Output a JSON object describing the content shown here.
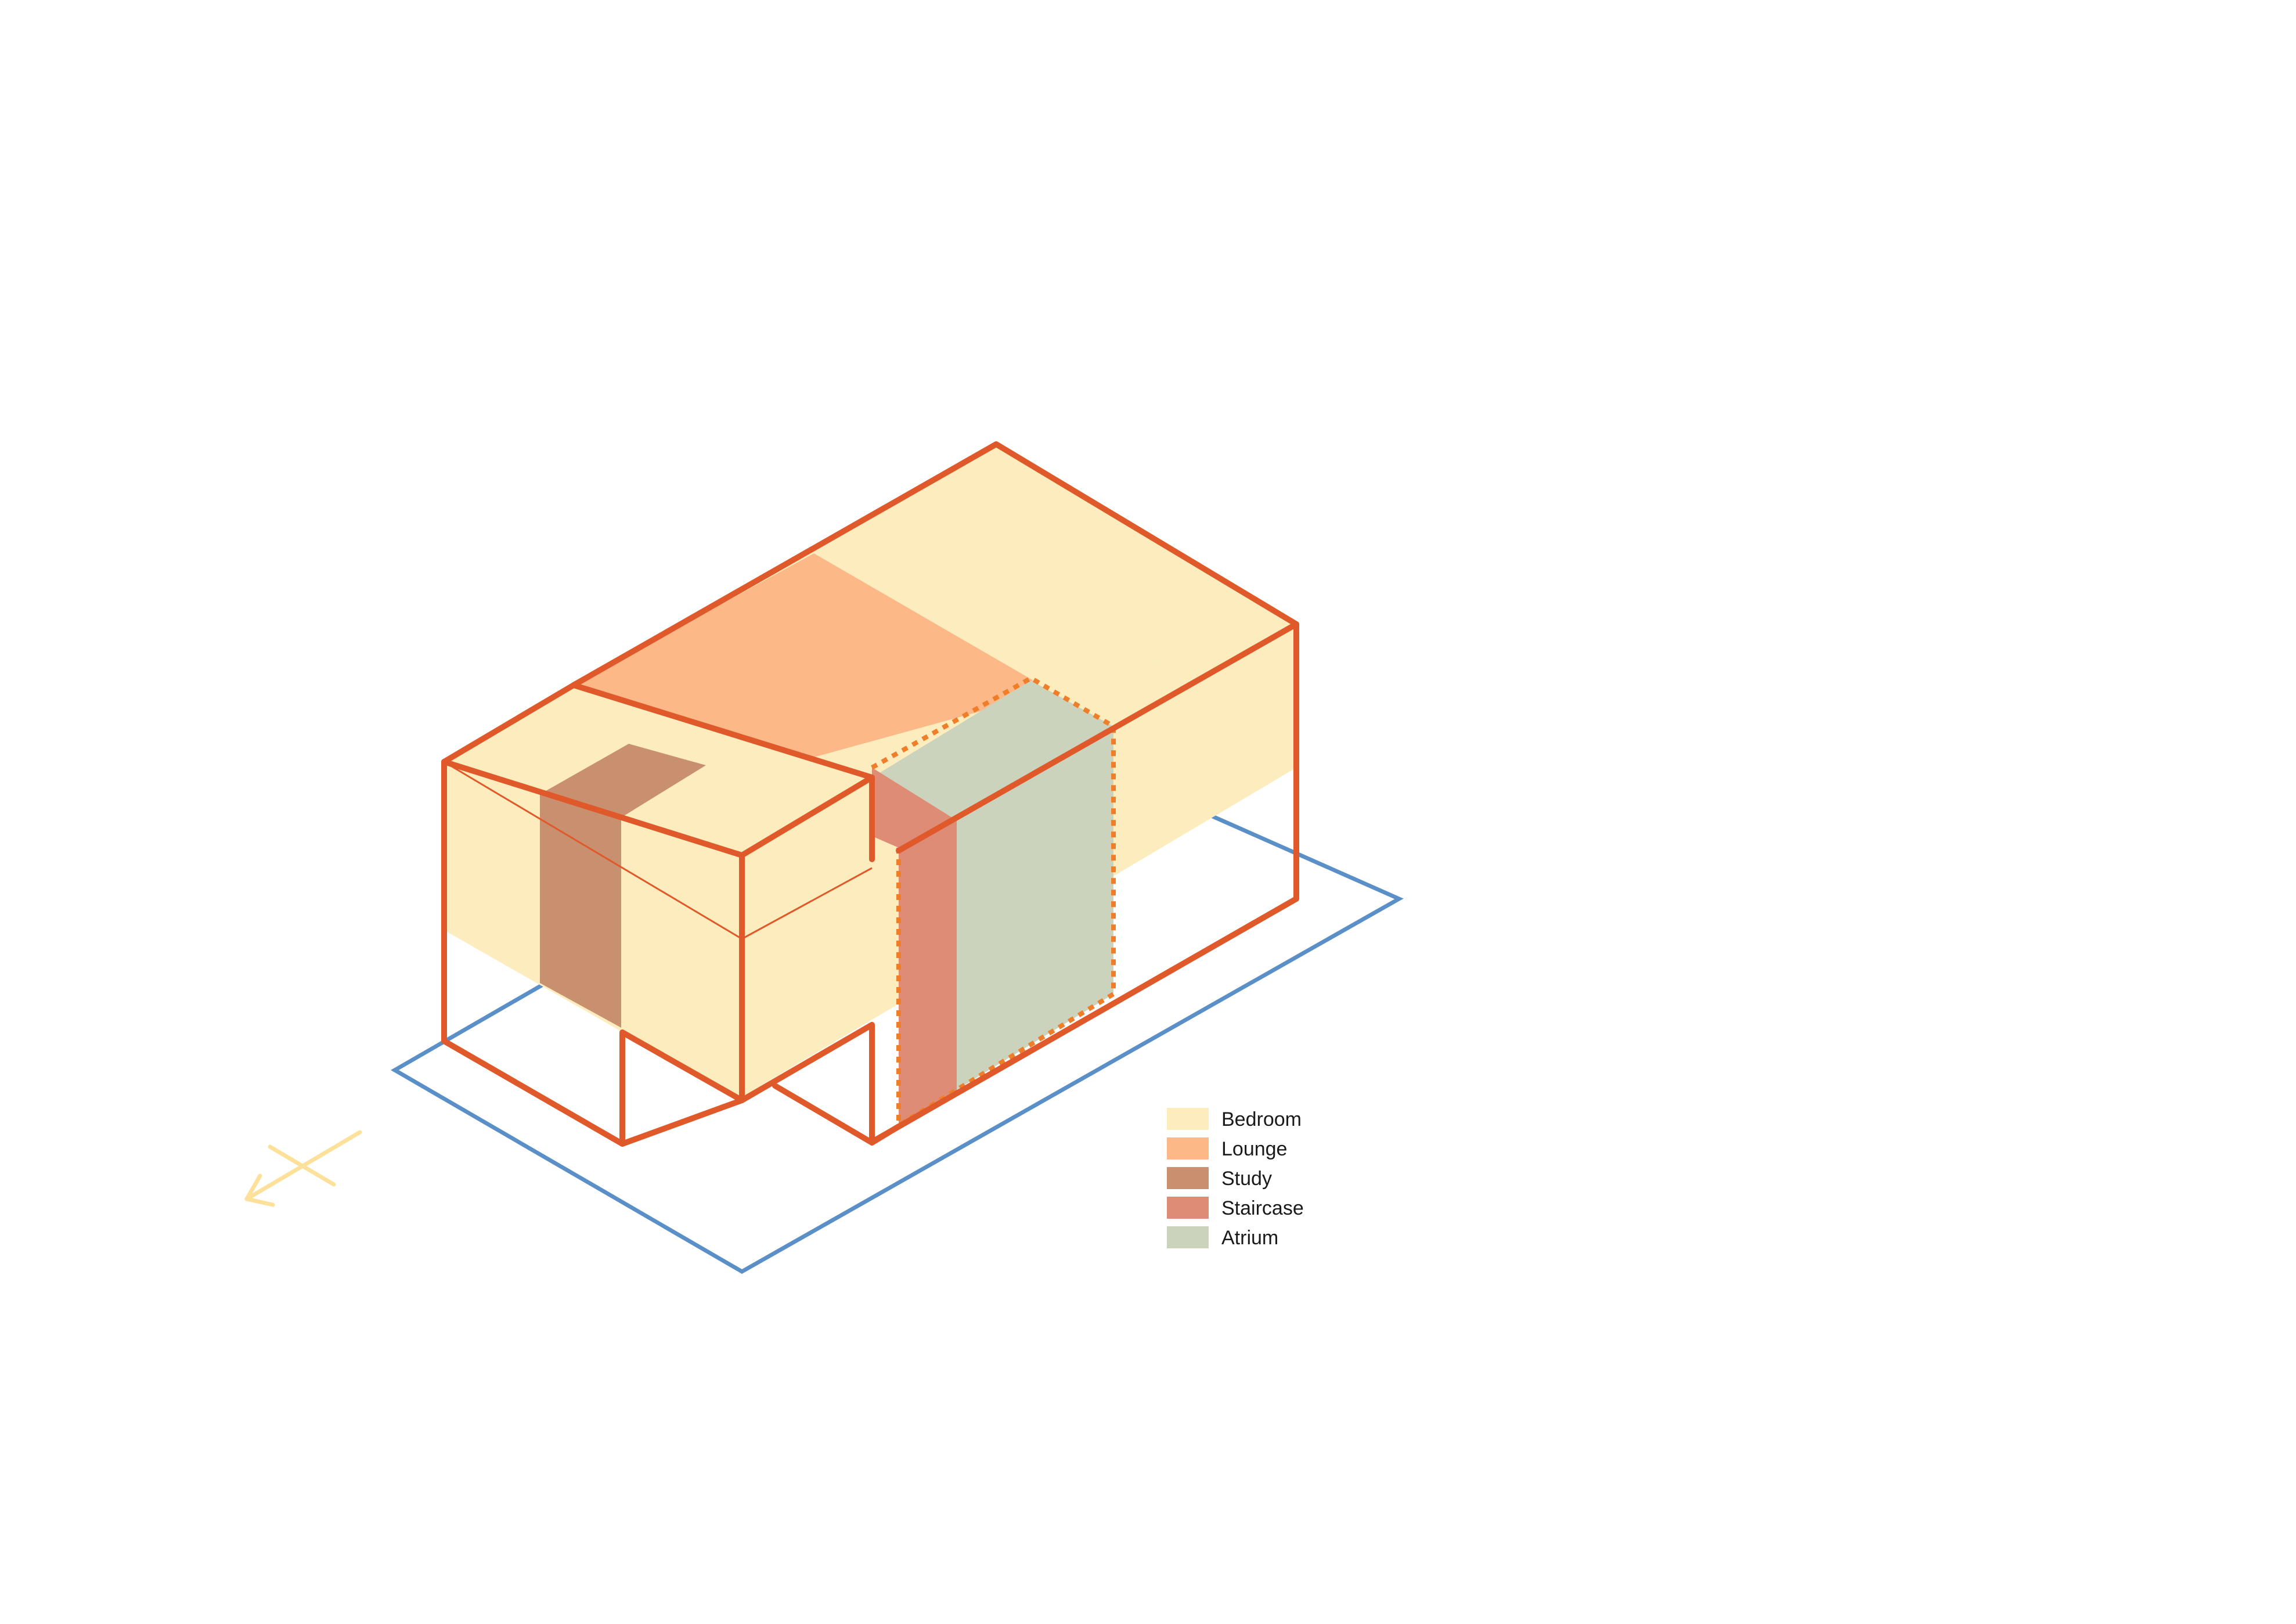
{
  "colors": {
    "bedroom": "#fdedbe",
    "lounge": "#fdb887",
    "study": "#c8906e",
    "staircase": "#df8c77",
    "atrium": "#ccd3bd",
    "outline": "#e0592a",
    "dashed_outline": "#ef7e2b",
    "site": "#5b8fc8",
    "north_arrow": "#fde19a"
  },
  "icons": {
    "north_arrow": "north-arrow-icon"
  },
  "legend": {
    "items": [
      {
        "label": "Bedroom",
        "color": "#fdedbe"
      },
      {
        "label": "Lounge",
        "color": "#fdb887"
      },
      {
        "label": "Study",
        "color": "#c8906e"
      },
      {
        "label": "Staircase",
        "color": "#df8c77"
      },
      {
        "label": "Atrium",
        "color": "#ccd3bd"
      }
    ]
  }
}
